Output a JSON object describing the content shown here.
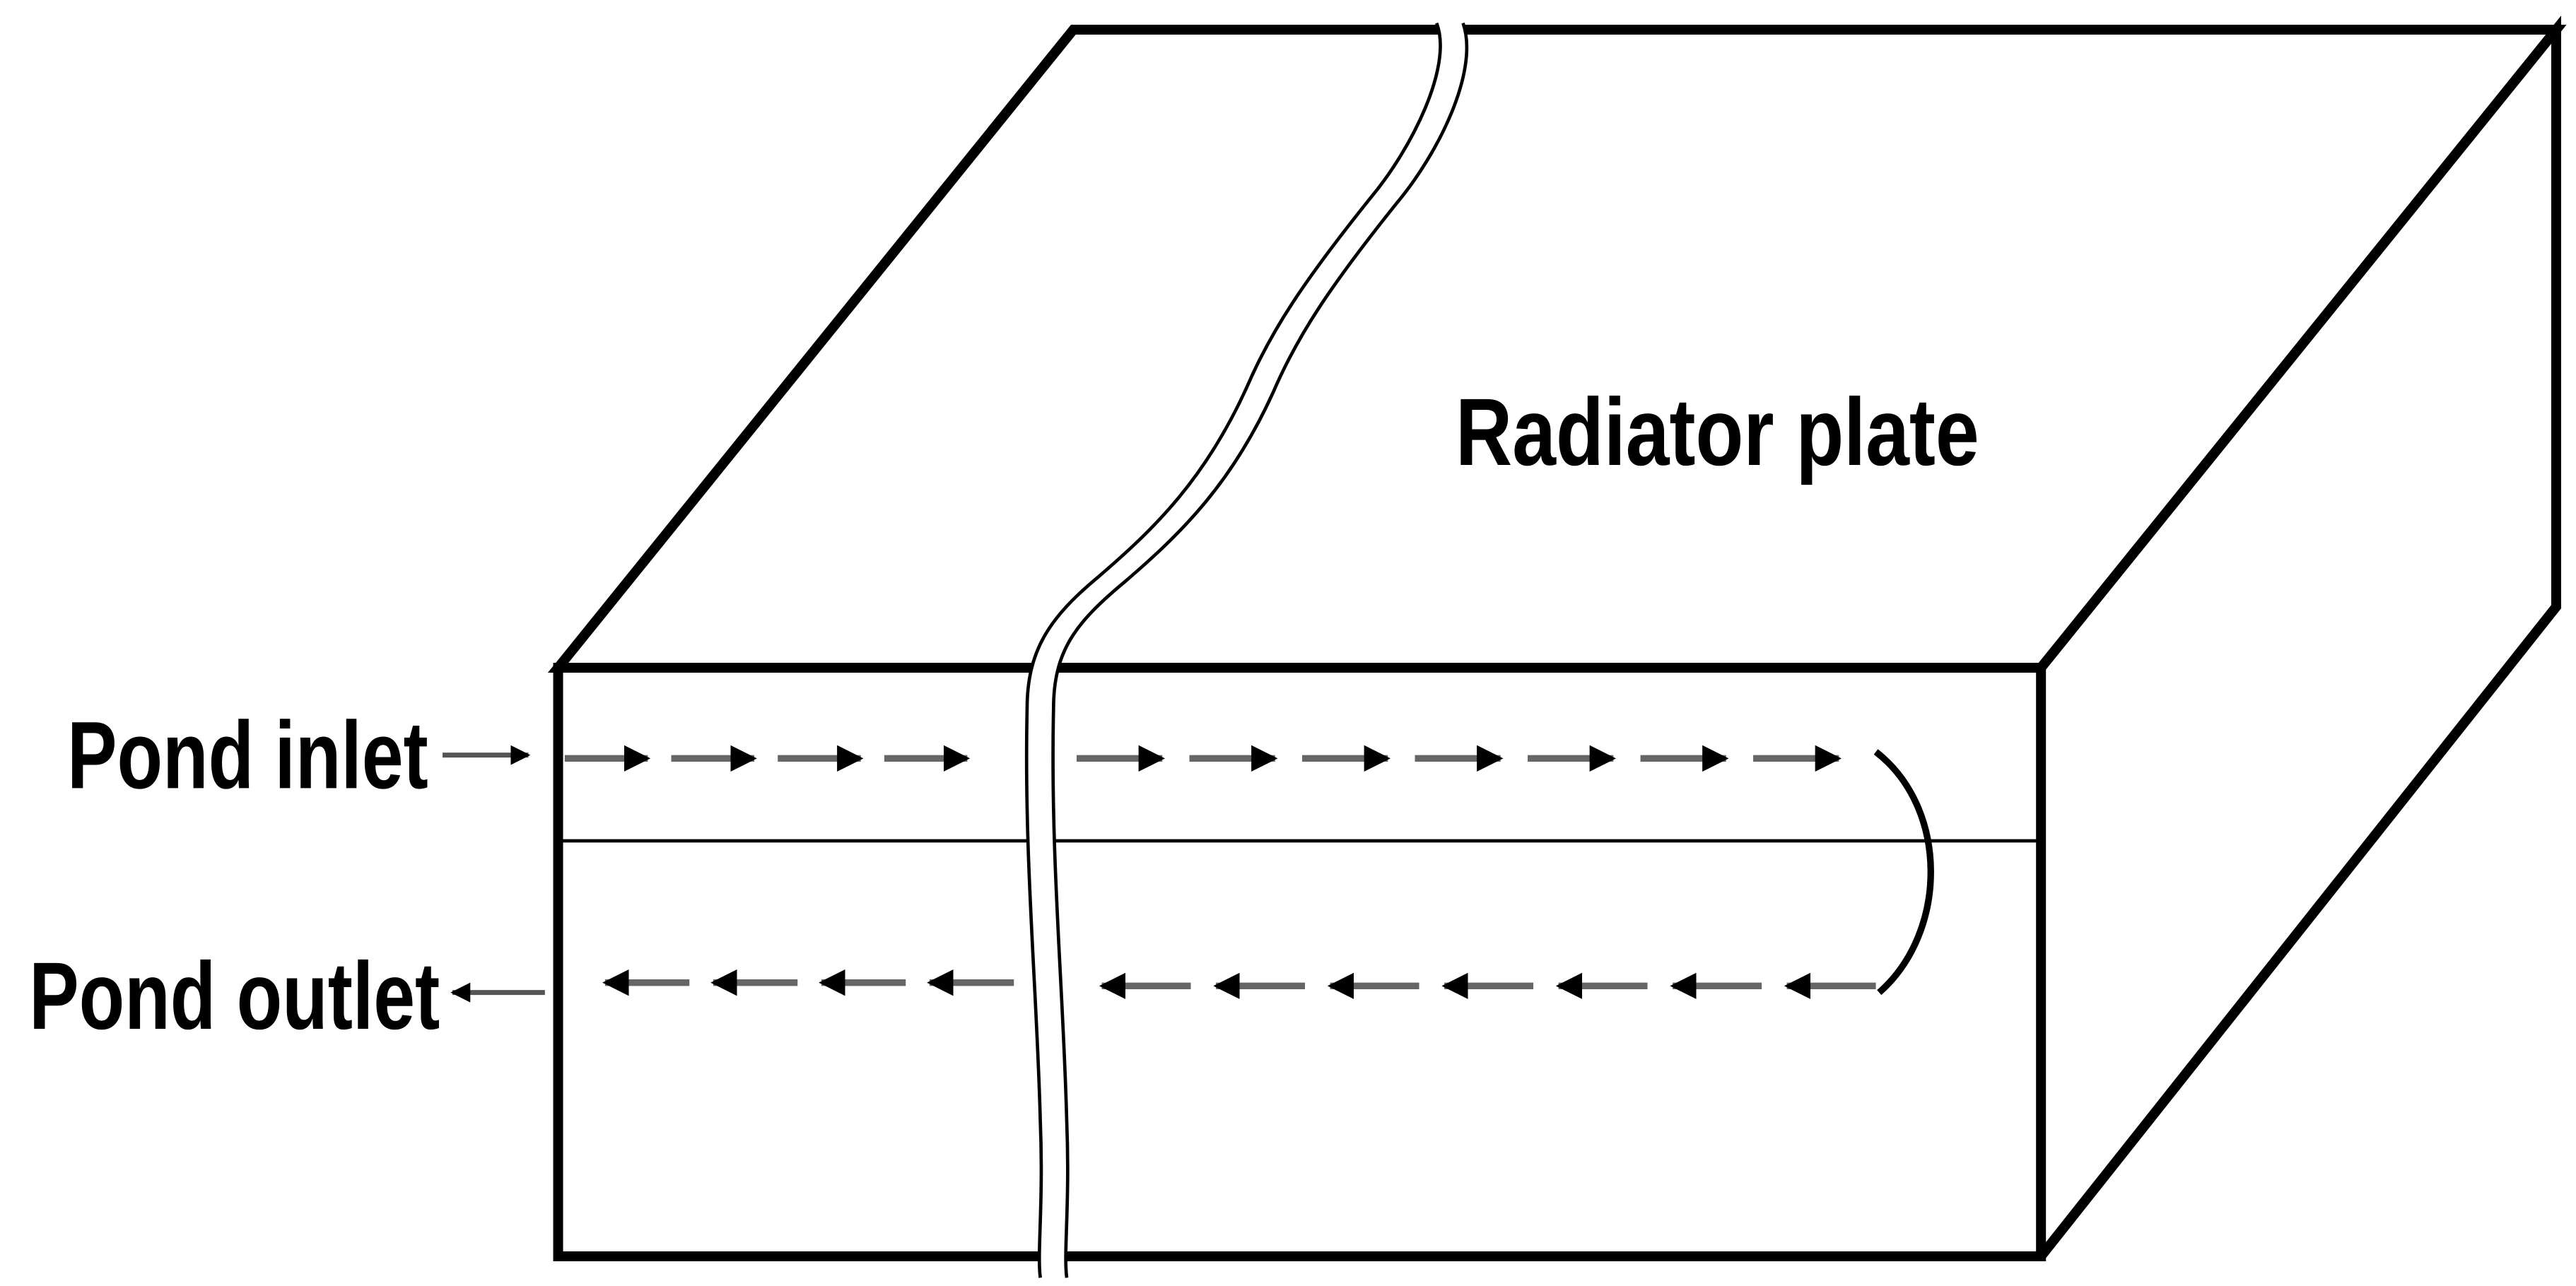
{
  "diagram": {
    "labels": {
      "plate": "Radiator plate",
      "inlet": "Pond inlet",
      "outlet": "Pond outlet"
    },
    "flow": {
      "upper_channel_arrows_left_of_break": 4,
      "upper_channel_arrows_right_of_break": 7,
      "lower_channel_arrows_left_of_break": 4,
      "lower_channel_arrows_right_of_break": 7
    },
    "colors": {
      "outline": "#000000",
      "arrow": "#000000",
      "background": "#ffffff"
    }
  }
}
